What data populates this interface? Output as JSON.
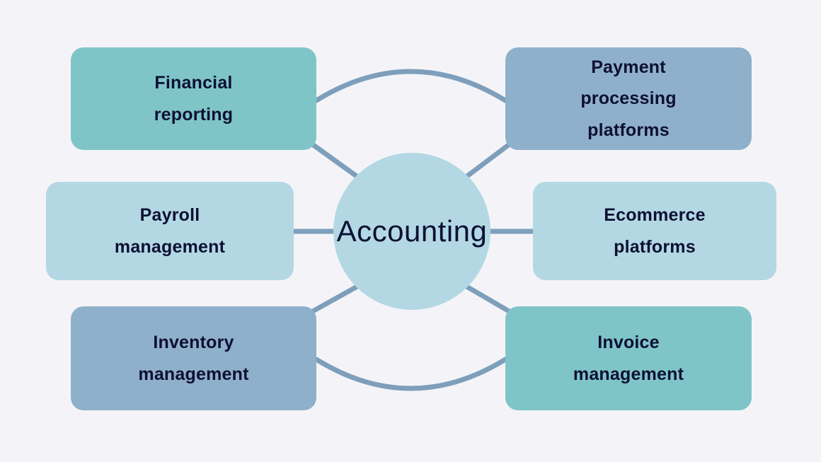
{
  "diagram": {
    "title": "Accounting",
    "background_color": "#f4f4f8",
    "connector_color": "#7e9fbb",
    "text_color": "#0d1033"
  },
  "hub": {
    "label": "Accounting",
    "color": "#b3d8e3",
    "name": "accounting-hub"
  },
  "nodes": [
    {
      "id": "financial-reporting",
      "label": "Financial\nreporting",
      "color": "#7fc5c8",
      "position": "top-left"
    },
    {
      "id": "payment-processing",
      "label": "Payment\nprocessing\nplatforms",
      "color": "#8fb0ca",
      "position": "top-right"
    },
    {
      "id": "payroll-management",
      "label": "Payroll\nmanagement",
      "color": "#b3d8e3",
      "position": "middle-left"
    },
    {
      "id": "ecommerce-platforms",
      "label": "Ecommerce\nplatforms",
      "color": "#b3d8e3",
      "position": "middle-right"
    },
    {
      "id": "inventory-management",
      "label": "Inventory\nmanagement",
      "color": "#8fb0ca",
      "position": "bottom-left"
    },
    {
      "id": "invoice-management",
      "label": "Invoice\nmanagement",
      "color": "#7fc5c8",
      "position": "bottom-right"
    }
  ]
}
